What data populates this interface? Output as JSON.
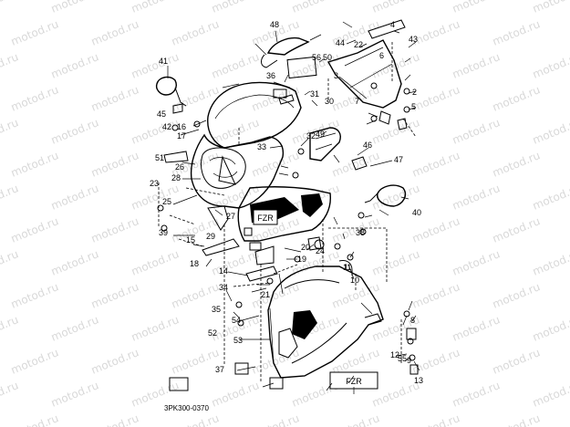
{
  "watermark": "motod.ru",
  "drawing_code": "3PK300-0370",
  "callouts": [
    "1",
    "2",
    "3",
    "4",
    "5",
    "6",
    "7",
    "8",
    "9",
    "10",
    "11",
    "12",
    "13",
    "14",
    "15",
    "16",
    "17",
    "18",
    "19",
    "20",
    "21",
    "22",
    "23",
    "24",
    "25",
    "26",
    "27",
    "28",
    "29",
    "30",
    "31",
    "32",
    "33",
    "34",
    "35",
    "36",
    "37",
    "38",
    "39",
    "40",
    "41",
    "42",
    "43",
    "44",
    "45",
    "46",
    "47",
    "48",
    "49",
    "50",
    "51",
    "52",
    "53",
    "54",
    "55",
    "56"
  ],
  "decal_text": "FZR",
  "colors": {
    "ink": "#000000",
    "paper": "#ffffff",
    "watermark": "#d9d9d9"
  }
}
